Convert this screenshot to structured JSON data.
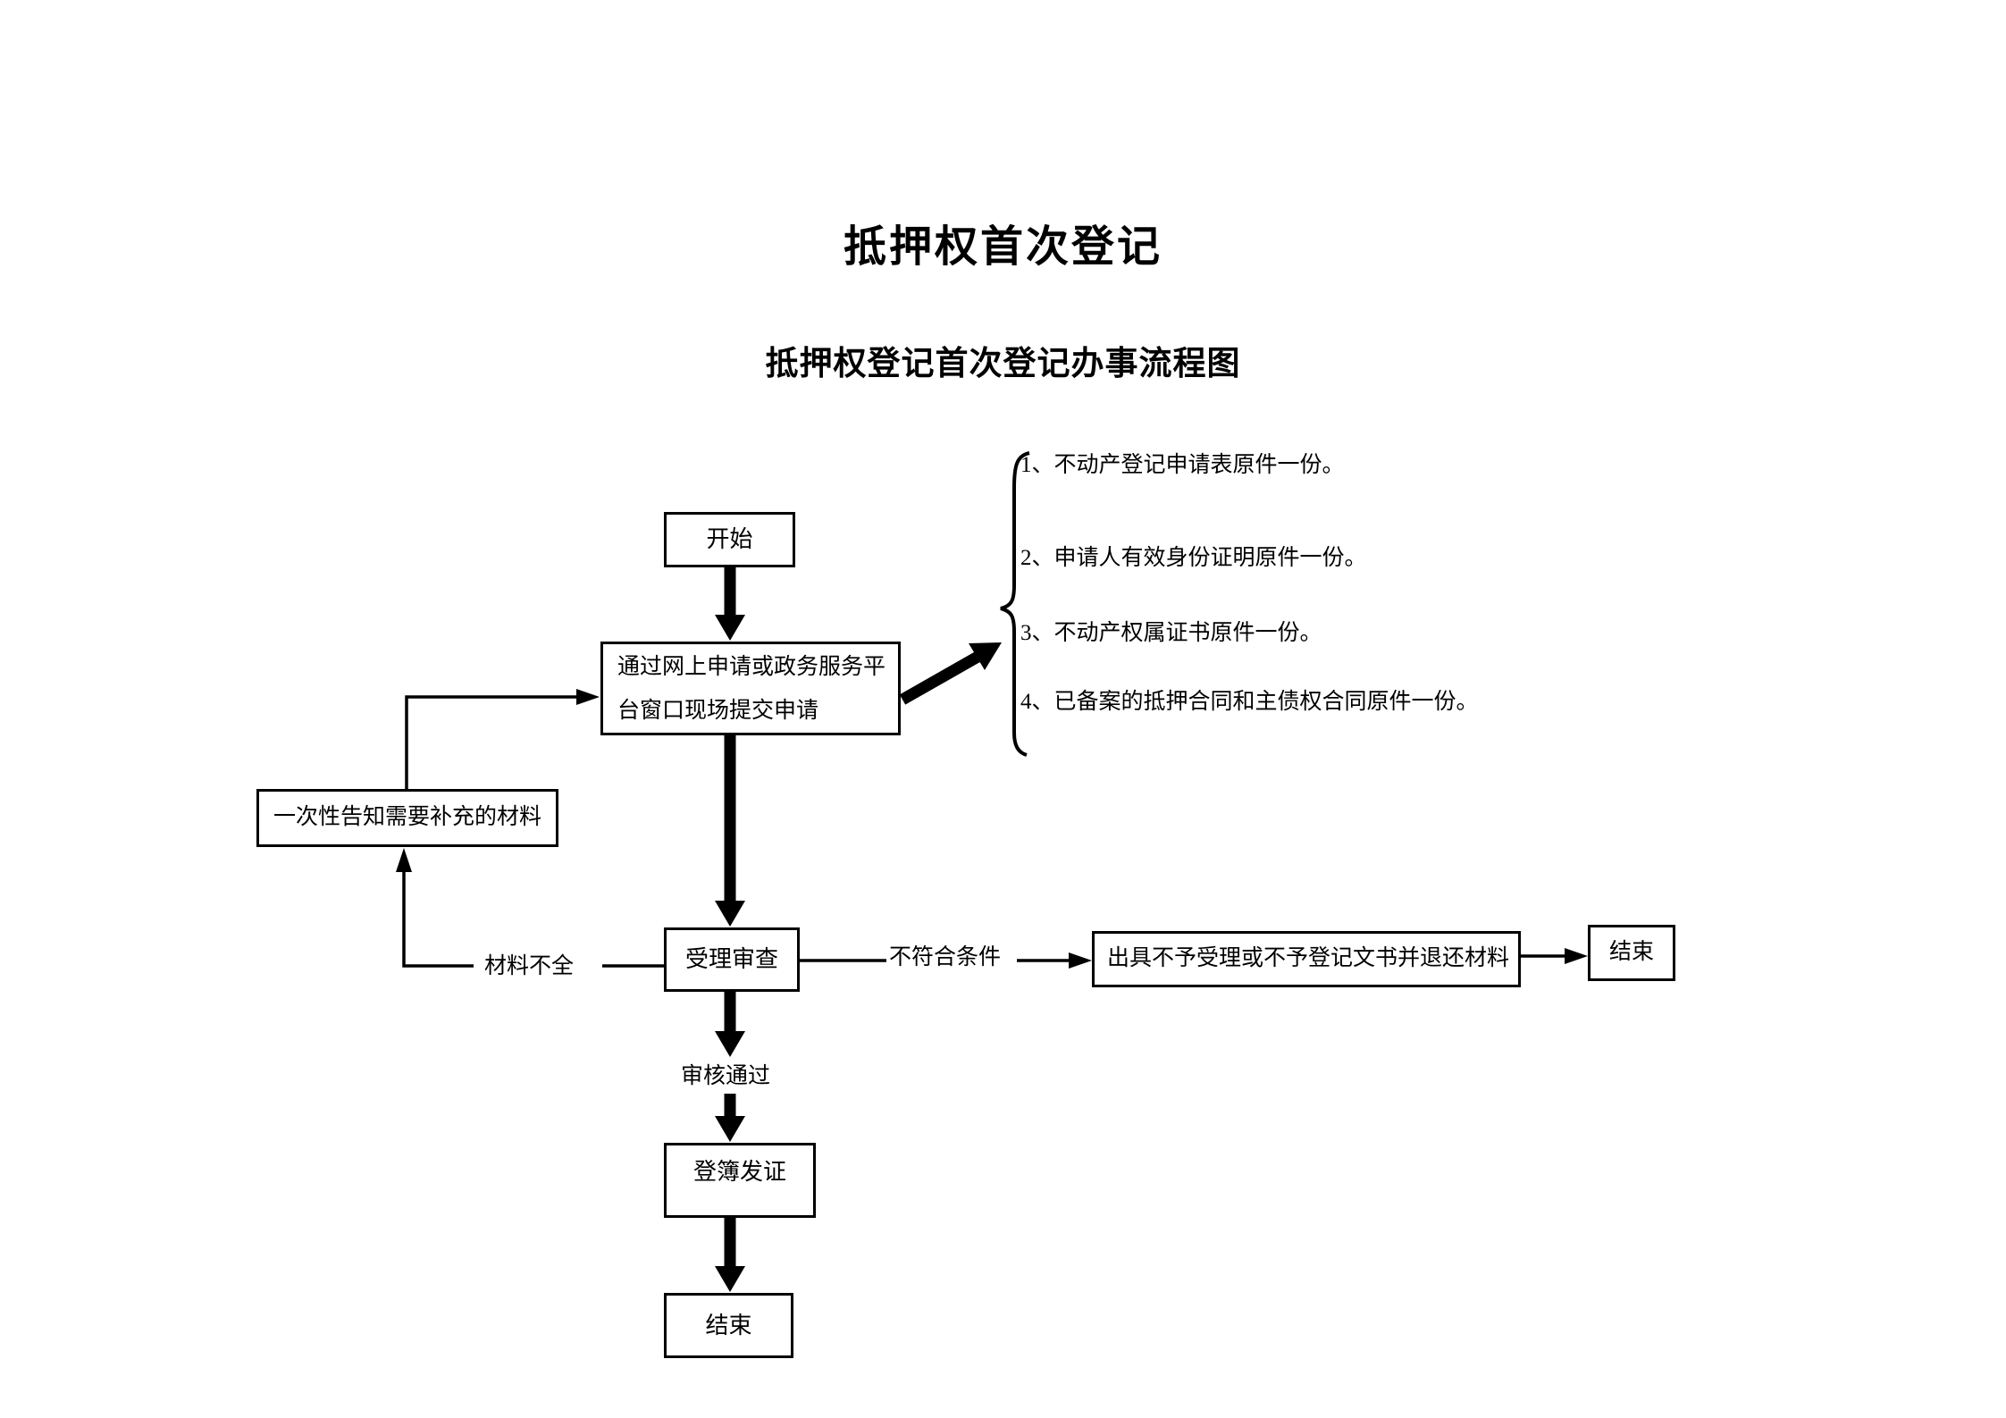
{
  "page": {
    "title": "抵押权首次登记",
    "subtitle": "抵押权登记首次登记办事流程图"
  },
  "flowchart": {
    "nodes": {
      "start": "开始",
      "submit": "通过网上申请或政务服务平台窗口现场提交申请",
      "notify": "一次性告知需要补充的材料",
      "review": "受理审查",
      "reject": "出具不予受理或不予登记文书并退还材料",
      "end_right": "结束",
      "register": "登簿发证",
      "end_bottom": "结束"
    },
    "edge_labels": {
      "materials_incomplete": "材料不全",
      "conditions_not_met": "不符合条件",
      "review_passed": "审核通过"
    },
    "materials": [
      "1、不动产登记申请表原件一份。",
      "2、申请人有效身份证明原件一份。",
      "3、不动产权属证书原件一份。",
      "4、已备案的抵押合同和主债权合同原件一份。"
    ]
  },
  "colors": {
    "ink": "#000000",
    "background": "#ffffff"
  }
}
